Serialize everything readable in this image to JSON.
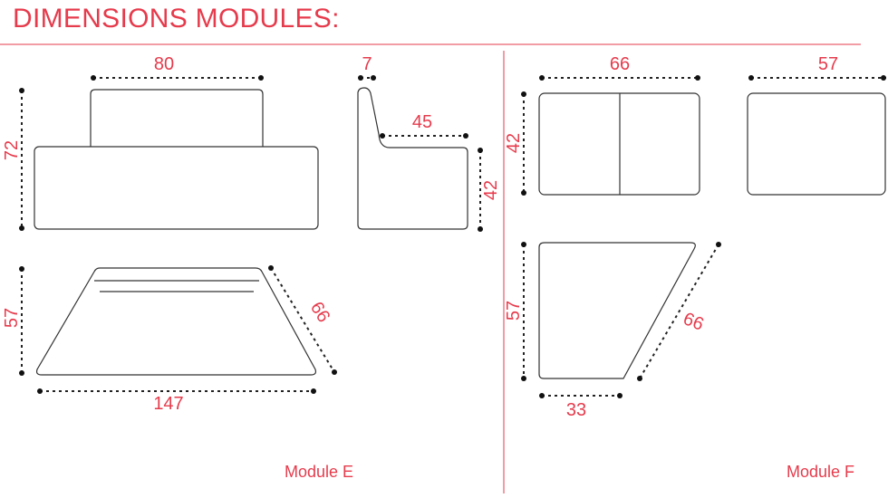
{
  "title": "DIMENSIONS MODULES:",
  "accent_color": "#e63b4c",
  "modules": [
    {
      "label": "Module E",
      "views": {
        "front": {
          "width": "80",
          "height": "72"
        },
        "side": {
          "backrest_thickness": "7",
          "seat_depth": "45",
          "seat_height": "42"
        },
        "top": {
          "depth": "57",
          "side_length": "66",
          "front_width": "147"
        }
      }
    },
    {
      "label": "Module F",
      "views": {
        "front": {
          "width": "66",
          "height": "42"
        },
        "side": {
          "width": "57"
        },
        "top": {
          "depth": "57",
          "side_length": "66",
          "back_width": "33"
        }
      }
    }
  ]
}
